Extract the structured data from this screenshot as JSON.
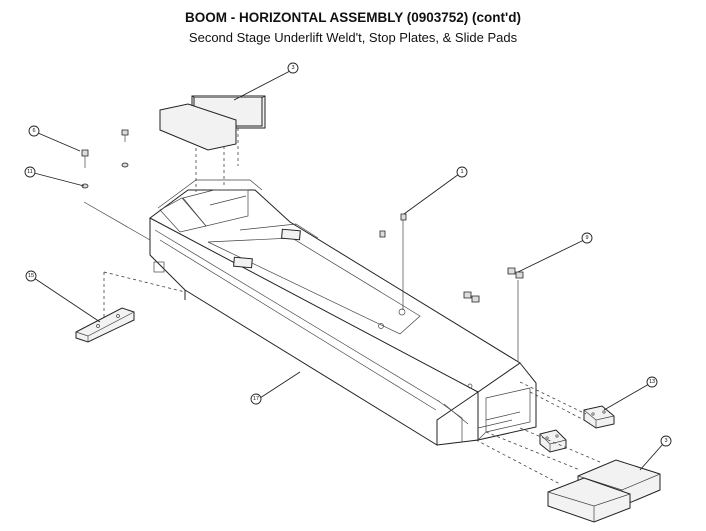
{
  "header": {
    "title": "BOOM - HORIZONTAL ASSEMBLY (0903752) (cont'd)",
    "subtitle": "Second Stage Underlift Weld't, Stop Plates, & Slide Pads"
  },
  "callouts": [
    {
      "id": "callout-3-top",
      "label": "3"
    },
    {
      "id": "callout-6",
      "label": "6"
    },
    {
      "id": "callout-11",
      "label": "11"
    },
    {
      "id": "callout-1",
      "label": "1"
    },
    {
      "id": "callout-9",
      "label": "9"
    },
    {
      "id": "callout-15",
      "label": "15"
    },
    {
      "id": "callout-17",
      "label": "17"
    },
    {
      "id": "callout-13",
      "label": "13"
    },
    {
      "id": "callout-3-bottom",
      "label": "3"
    }
  ]
}
